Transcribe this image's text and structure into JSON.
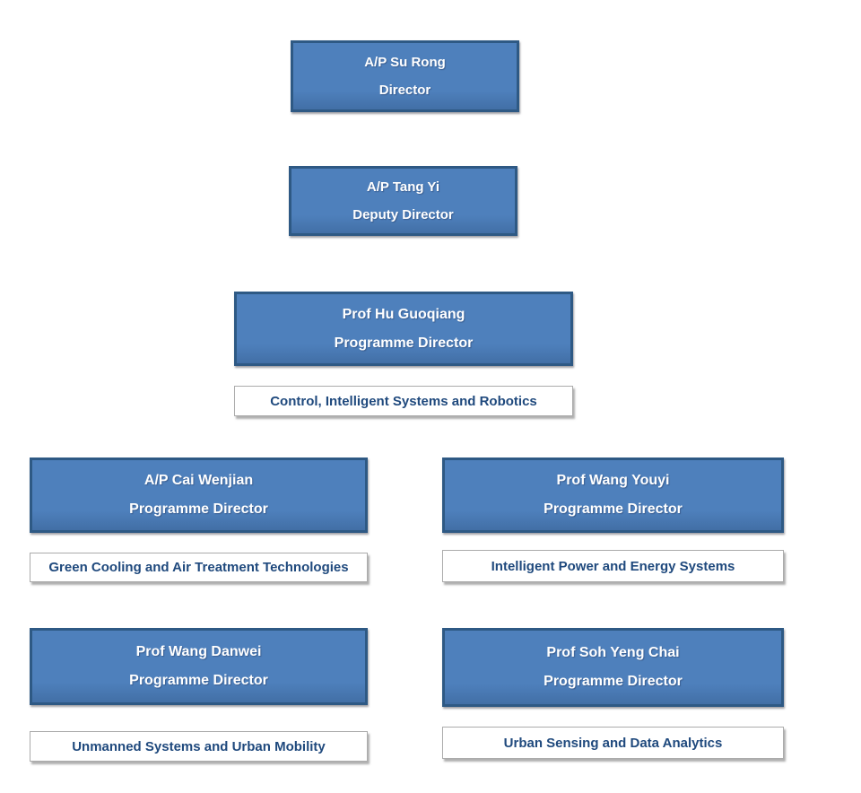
{
  "org_chart": {
    "nodes": [
      {
        "name": "A/P  Su Rong",
        "title": "Director",
        "programme": null
      },
      {
        "name": "A/P Tang Yi",
        "title": "Deputy Director",
        "programme": null
      },
      {
        "name": "Prof Hu Guoqiang",
        "title": "Programme Director",
        "programme": "Control, Intelligent Systems and Robotics"
      },
      {
        "name": "A/P Cai Wenjian",
        "title": "Programme Director",
        "programme": "Green Cooling and Air Treatment Technologies"
      },
      {
        "name": "Prof Wang Youyi",
        "title": "Programme Director",
        "programme": "Intelligent Power and Energy Systems"
      },
      {
        "name": "Prof Wang Danwei",
        "title": "Programme Director",
        "programme": "Unmanned Systems and Urban Mobility"
      },
      {
        "name": "Prof Soh Yeng Chai",
        "title": "Programme Director",
        "programme": "Urban Sensing and Data Analytics"
      }
    ],
    "colors": {
      "box_fill": "#4e80bc",
      "box_border": "#2e5984",
      "box_text": "#ffffff",
      "label_bg": "#ffffff",
      "label_border": "#ababab",
      "label_text": "#1f497d"
    }
  }
}
